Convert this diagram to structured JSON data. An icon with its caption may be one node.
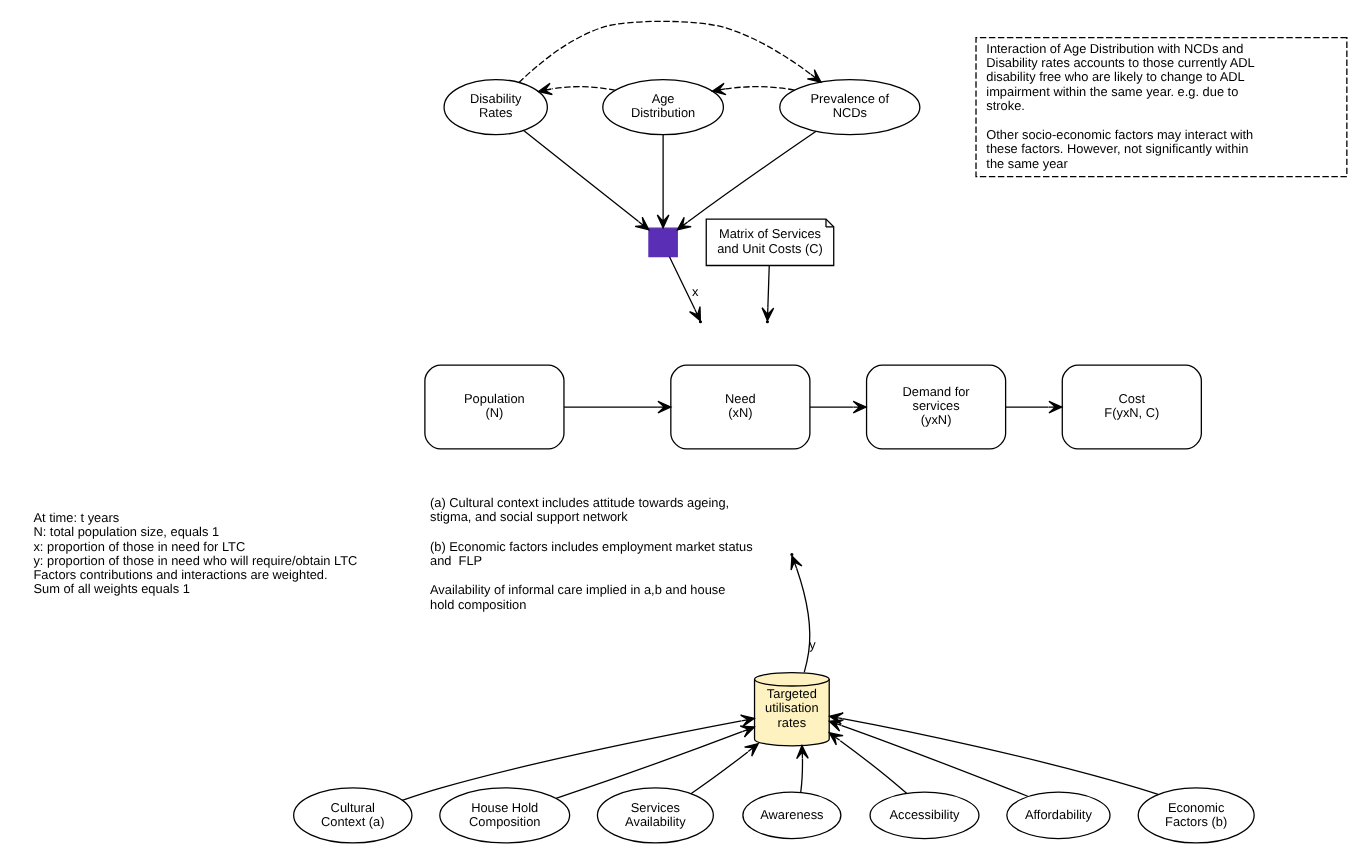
{
  "diagram": {
    "nodes": [
      {
        "text": [
          "Population",
          "(N)"
        ]
      },
      {
        "text": [
          "Need",
          "(xN)"
        ]
      },
      {
        "text": [
          "Demand for services",
          "(yxN)"
        ]
      },
      {
        "text": [
          "Cost",
          "F(yxN, C)"
        ]
      },
      {
        "text": [
          "Disability Rates"
        ]
      },
      {
        "text": [
          "Age Distribution"
        ]
      },
      {
        "text": [
          "Prevalence of NCDs"
        ]
      },
      {
        "text": [],
        "shape": "box"
      },
      {
        "text": [
          "Matrix of Services and Unit Costs (C)"
        ]
      },
      {
        "text": [
          "Targeted utilisation rates"
        ]
      },
      {
        "text": [
          "Cultural Context (a)"
        ]
      },
      {
        "text": [
          "House Hold Composition"
        ]
      },
      {
        "text": [
          "Services Availability"
        ]
      },
      {
        "text": [
          "Awareness"
        ]
      },
      {
        "text": [
          "Accessibility"
        ]
      },
      {
        "text": [
          "Affordability"
        ]
      },
      {
        "text": [
          "Economic Factors (b)"
        ]
      },
      {
        "text": [
          "Interaction of Age Distribution with NCDs and Disability rates accounts to those currently ADL disability free who are likely to change to ADL impairment within the same year. e.g. due to stroke.",
          "Other socio-economic factors may interact with these factors. However, not significantly within the same year"
        ]
      }
    ],
    "edges": [
      {
        "from": 0,
        "to": 1,
        "arrow": "to"
      },
      {
        "from": 1,
        "to": 2,
        "arrow": "to"
      },
      {
        "from": 2,
        "to": 3,
        "arrow": "to"
      },
      {
        "from": 4,
        "to": 7,
        "arrow": "to"
      },
      {
        "from": 5,
        "to": 7,
        "arrow": "to"
      },
      {
        "from": 6,
        "to": 7,
        "arrow": "to"
      },
      {
        "from": 4,
        "to": 6,
        "arrow": "to",
        "style": "dashed"
      },
      {
        "from": 5,
        "to": 4,
        "arrow": "to",
        "style": "dashed"
      },
      {
        "from": 6,
        "to": 5,
        "arrow": "to",
        "style": "dashed"
      },
      {
        "from": 7,
        "to": null,
        "arrow": "to",
        "label": "x"
      },
      {
        "from": 9,
        "to": null,
        "arrow": "to",
        "label": "y"
      },
      {
        "from": 8,
        "to": null,
        "arrow": "to"
      },
      {
        "from": 10,
        "to": 9,
        "arrow": "to"
      },
      {
        "from": 11,
        "to": 9,
        "arrow": "to"
      },
      {
        "from": 12,
        "to": 9,
        "arrow": "to"
      },
      {
        "from": 13,
        "to": 9,
        "arrow": "to"
      },
      {
        "from": 14,
        "to": 9,
        "arrow": "to"
      },
      {
        "from": 15,
        "to": 9,
        "arrow": "to"
      },
      {
        "from": 16,
        "to": 9,
        "arrow": "to"
      }
    ],
    "labels": [
      "At time: t years",
      "N: total population size, equals 1",
      "x: proportion of those in need for LTC",
      "y: proportion of those in need who will require/obtain LTC",
      "Factors contributions and interactions are weighted.",
      "Sum of all weights equals 1",
      "(a) Cultural context includes attitude towards ageing, stigma, and social support network",
      "(b) Economic factors includes employment market status and  FLP",
      "Availability of informal care implied in a,b and house hold composition"
    ]
  }
}
